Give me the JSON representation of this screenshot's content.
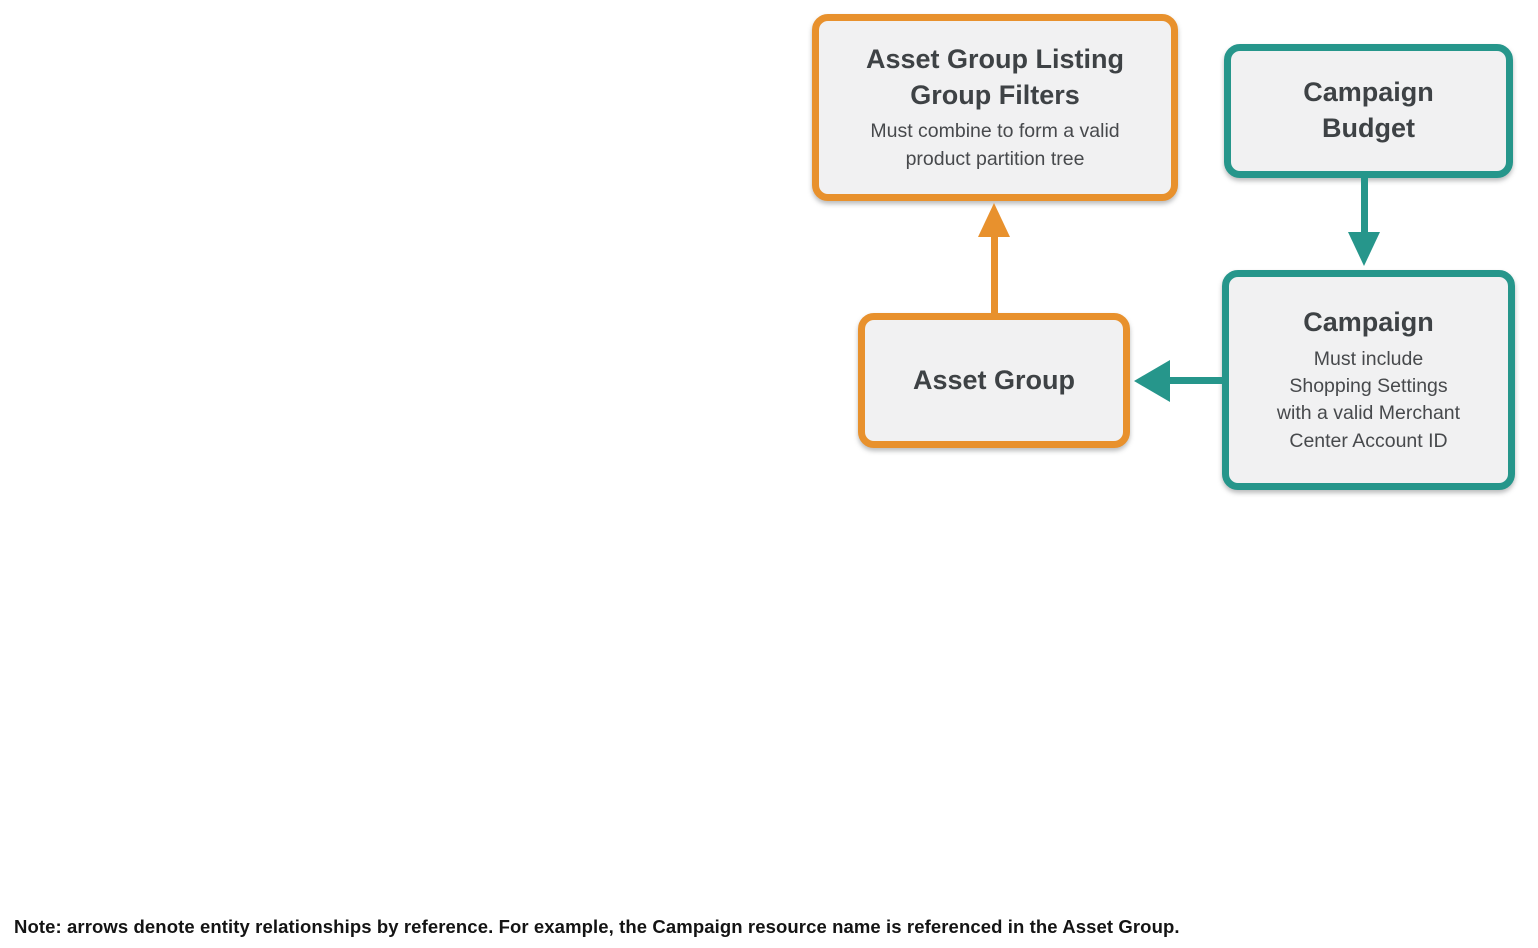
{
  "colors": {
    "orange_accent": "#e8912d",
    "teal_accent": "#26968b",
    "box_fill": "#f1f1f2",
    "title_text": "#3e4245",
    "subtitle_text": "#47494c",
    "note_text": "#141414",
    "page_background": "#ffffff"
  },
  "nodes": {
    "listing_filters": {
      "title": "Asset Group Listing\nGroup Filters",
      "subtitle": "Must combine to form a valid\nproduct partition tree",
      "accent": "orange"
    },
    "campaign_budget": {
      "title": "Campaign\nBudget",
      "accent": "teal"
    },
    "campaign": {
      "title": "Campaign",
      "subtitle": "Must include\nShopping Settings\nwith a valid Merchant\nCenter Account ID",
      "accent": "teal"
    },
    "asset_group": {
      "title": "Asset Group",
      "accent": "orange"
    }
  },
  "edges": [
    {
      "from": "asset_group",
      "to": "listing_filters",
      "color": "orange",
      "direction": "up"
    },
    {
      "from": "campaign_budget",
      "to": "campaign",
      "color": "teal",
      "direction": "down"
    },
    {
      "from": "campaign",
      "to": "asset_group",
      "color": "teal",
      "direction": "left"
    }
  ],
  "note": "Note: arrows denote entity relationships by reference. For example, the Campaign resource name is referenced in the Asset Group."
}
